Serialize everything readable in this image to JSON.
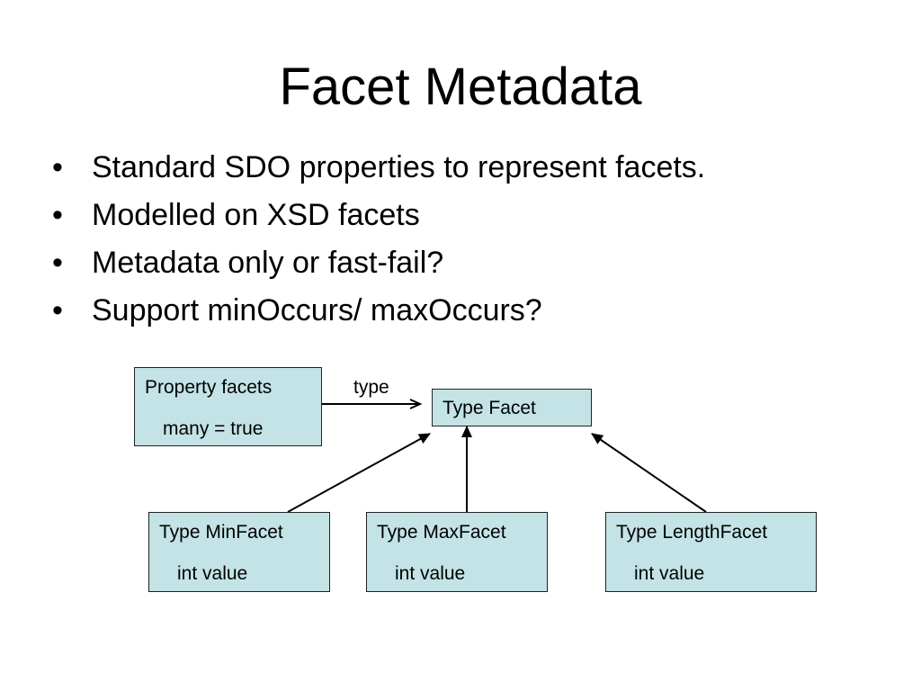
{
  "title": "Facet Metadata",
  "bullet_glyph": "•",
  "bullets": [
    "Standard SDO properties to represent facets.",
    "Modelled on XSD facets",
    "Metadata only or fast-fail?",
    "Support minOccurs/ maxOccurs?"
  ],
  "diagram": {
    "property_facets": {
      "name": "Property facets",
      "attribute": "many = true"
    },
    "edge_label": "type",
    "type_facet": {
      "name": "Type Facet"
    },
    "min_facet": {
      "name": "Type MinFacet",
      "attribute": "int value"
    },
    "max_facet": {
      "name": "Type MaxFacet",
      "attribute": "int value"
    },
    "length_facet": {
      "name": "Type LengthFacet",
      "attribute": "int value"
    },
    "box_fill": "#c3e3e6",
    "line_color": "#000000"
  }
}
